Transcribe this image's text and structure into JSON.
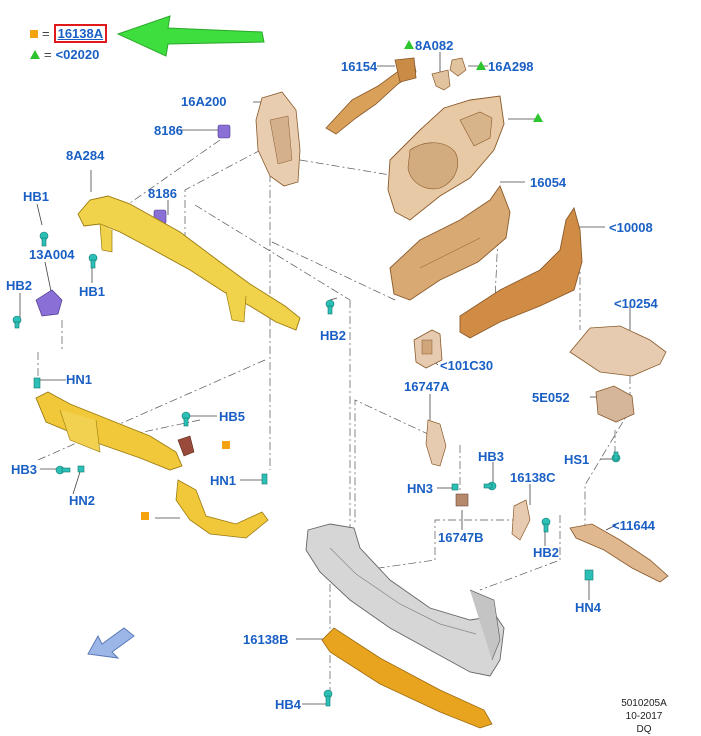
{
  "legend": {
    "orange_square": {
      "symbol": "orange-square",
      "color": "#f4a20e",
      "equals": "=",
      "value": "16138A"
    },
    "green_triangle": {
      "symbol": "green-triangle",
      "color": "#2dc52d",
      "equals": "=",
      "value": "<02020"
    }
  },
  "callouts": {
    "c_8A082": "8A082",
    "c_16A298": "16A298",
    "c_16154": "16154",
    "c_16A200": "16A200",
    "c_8186_a": "8186",
    "c_8A284": "8A284",
    "c_8186_b": "8186",
    "c_16054": "16054",
    "c_HB1_a": "HB1",
    "c_13A004": "13A004",
    "c_HB1_b": "HB1",
    "c_10008": "<10008",
    "c_HB2_a": "HB2",
    "c_10254": "<10254",
    "c_HB2_b": "HB2",
    "c_101C30": "<101C30",
    "c_HN1_a": "HN1",
    "c_16747A": "16747A",
    "c_5E052": "5E052",
    "c_HB5": "HB5",
    "c_HB3_a": "HB3",
    "c_HS1": "HS1",
    "c_HB3_b": "HB3",
    "c_HN1_b": "HN1",
    "c_16138C": "16138C",
    "c_HN3": "HN3",
    "c_HN2": "HN2",
    "c_11644": "<11644",
    "c_16747B": "16747B",
    "c_HB2_c": "HB2",
    "c_HN4": "HN4",
    "c_16138B": "16138B",
    "c_HB4": "HB4"
  },
  "colors": {
    "callout_text": "#1a5fc4",
    "yellow_part": "#f0d34a",
    "bronze_part": "#d9a05a",
    "tan_part": "#e2c3a0",
    "gray_part": "#c9c9c9",
    "fastener_teal": "#2bbfb5",
    "bracket_purple": "#8a6fd6",
    "bracket_dark": "#9a4a3a",
    "arrow_green": "#2dc52d",
    "direction_arrow_blue": "#9db6e8",
    "highlight_box_red": "#e01a1a"
  },
  "footer": {
    "code": "5010205A",
    "date": "10-2017",
    "initials": "DQ"
  }
}
